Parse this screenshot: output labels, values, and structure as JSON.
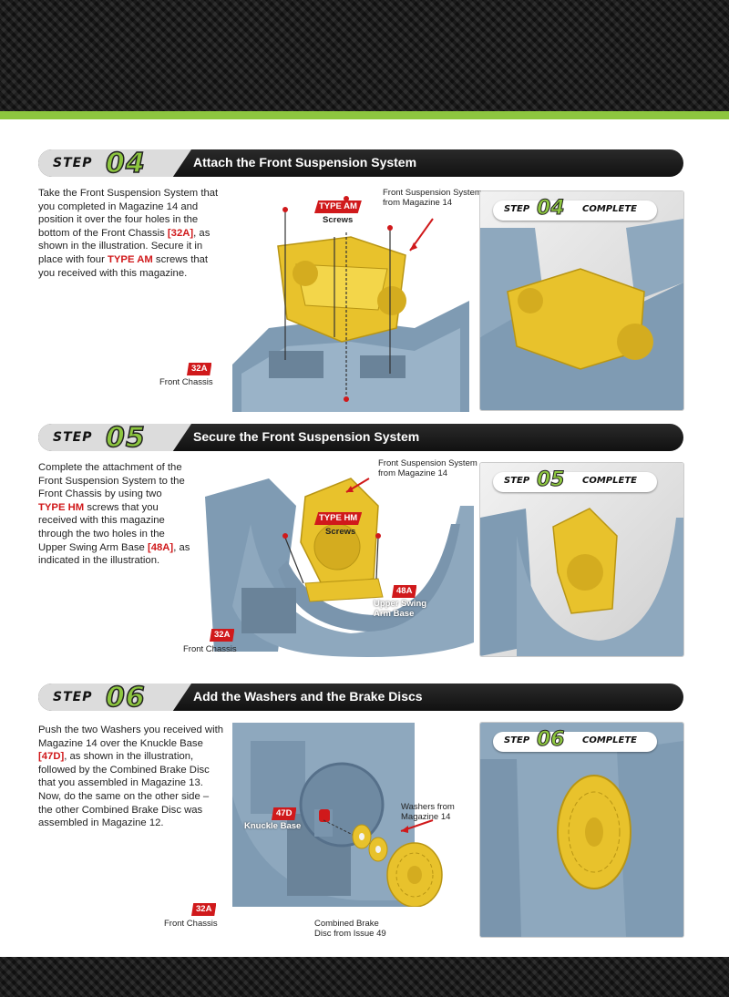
{
  "steps": [
    {
      "word": "STEP",
      "number": "04",
      "title": "Attach the Front Suspension System",
      "text_1": "Take the Front Suspension System that you completed in Magazine 14 and position it over the four holes in the bottom of the Front Chassis ",
      "ref_1": "[32A]",
      "text_2": ", as shown in the illustration. Secure it in place with four ",
      "ref_2": "TYPE AM",
      "text_3": " screws that you received with this magazine.",
      "screw_tag": "TYPE AM",
      "screw_label": "Screws",
      "part_callout": "Front Suspension System from Magazine 14",
      "chassis_tag": "32A",
      "chassis_label": "Front Chassis",
      "complete_word": "STEP",
      "complete_num": "04",
      "complete_label": "COMPLETE"
    },
    {
      "word": "STEP",
      "number": "05",
      "title": "Secure the Front Suspension System",
      "text_1": "Complete the attachment of the Front Suspension System to the Front Chassis by using two ",
      "ref_1": "TYPE HM",
      "text_2": " screws that you received with this magazine through the two holes in the Upper Swing Arm Base ",
      "ref_2": "[48A]",
      "text_3": ", as indicated in the illustration.",
      "screw_tag": "TYPE HM",
      "screw_label": "Screws",
      "part_callout": "Front Suspension System from Magazine 14",
      "arm_tag": "48A",
      "arm_label": "Upper Swing Arm Base",
      "chassis_tag": "32A",
      "chassis_label": "Front Chassis",
      "complete_word": "STEP",
      "complete_num": "05",
      "complete_label": "COMPLETE"
    },
    {
      "word": "STEP",
      "number": "06",
      "title": "Add the Washers and the Brake Discs",
      "text_1": "Push the two Washers you received with Magazine 14 over the Knuckle Base ",
      "ref_1": "[47D]",
      "text_2": ", as shown in the illustration, followed by the Combined Brake Disc that you assembled in Magazine 13. Now, do the same on the other side – the other Combined Brake Disc was assembled in Magazine 12.",
      "knuckle_tag": "47D",
      "knuckle_label": "Knuckle Base",
      "washers_callout": "Washers from Magazine 14",
      "disc_callout": "Combined Brake Disc from Issue 49",
      "chassis_tag": "32A",
      "chassis_label": "Front Chassis",
      "complete_word": "STEP",
      "complete_num": "06",
      "complete_label": "COMPLETE"
    }
  ],
  "colors": {
    "accent_green": "#8dc63f",
    "accent_red": "#d0191b",
    "part_yellow": "#e8c22c",
    "chassis_blue": "#7f9bb3"
  }
}
